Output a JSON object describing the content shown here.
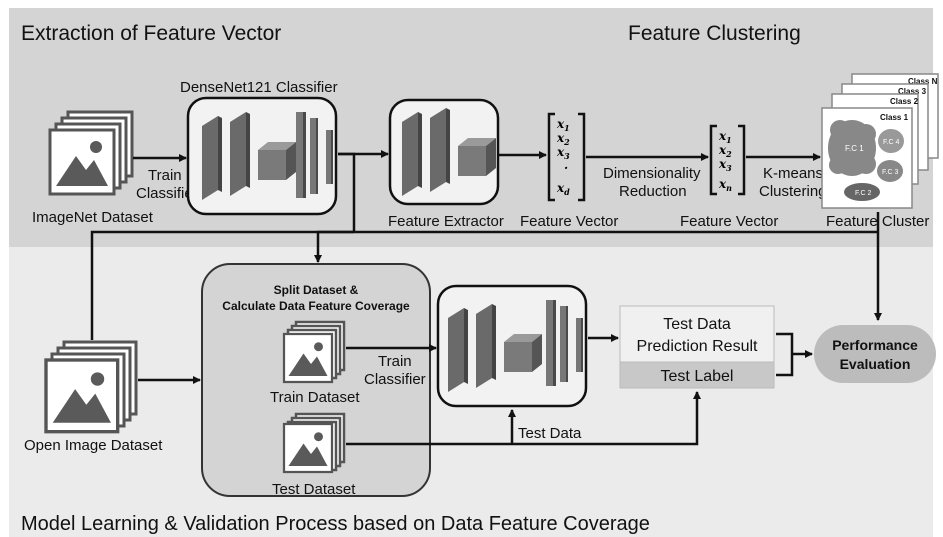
{
  "top_panel": {
    "title": "Extraction of Feature Vector",
    "clustering_title": "Feature Clustering"
  },
  "bottom_panel": {
    "title": "Model Learning & Validation Process based on Data Feature Coverage"
  },
  "nodes": {
    "imagenet_label": "ImageNet Dataset",
    "densenet_label": "DenseNet121 Classifier",
    "train_classifier_1": "Train",
    "train_classifier_2": "Classifier",
    "extractor_label": "Feature Extractor",
    "fv1_label": "Feature Vector",
    "dimred_1": "Dimensionality",
    "dimred_2": "Reduction",
    "fv2_label": "Feature Vector",
    "kmeans_1": "K-means",
    "kmeans_2": "Clustering",
    "cluster_label": "Feature Cluster",
    "open_image_label": "Open Image Dataset",
    "split_1": "Split Dataset &",
    "split_2": "Calculate Data Feature Coverage",
    "train_ds_label": "Train Dataset",
    "test_ds_label": "Test Dataset",
    "train2_1": "Train",
    "train2_2": "Classifier",
    "test_data_label": "Test Data",
    "pred_1": "Test Data",
    "pred_2": "Prediction Result",
    "test_label": "Test Label",
    "perf_1": "Performance",
    "perf_2": "Evaluation"
  },
  "vector1": {
    "x1": "x",
    "s1": "1",
    "s2": "2",
    "s3": "3",
    "sd": "d"
  },
  "vector2": {
    "s1": "1",
    "s2": "2",
    "s3": "3",
    "sn": "n"
  },
  "classes": {
    "c1": "Class 1",
    "c2": "Class 2",
    "c3": "Class 3",
    "cn": "Class N",
    "fc1": "F.C 1",
    "fc2": "F.C 2",
    "fc3": "F.C 3",
    "fc4": "F.C 4"
  }
}
